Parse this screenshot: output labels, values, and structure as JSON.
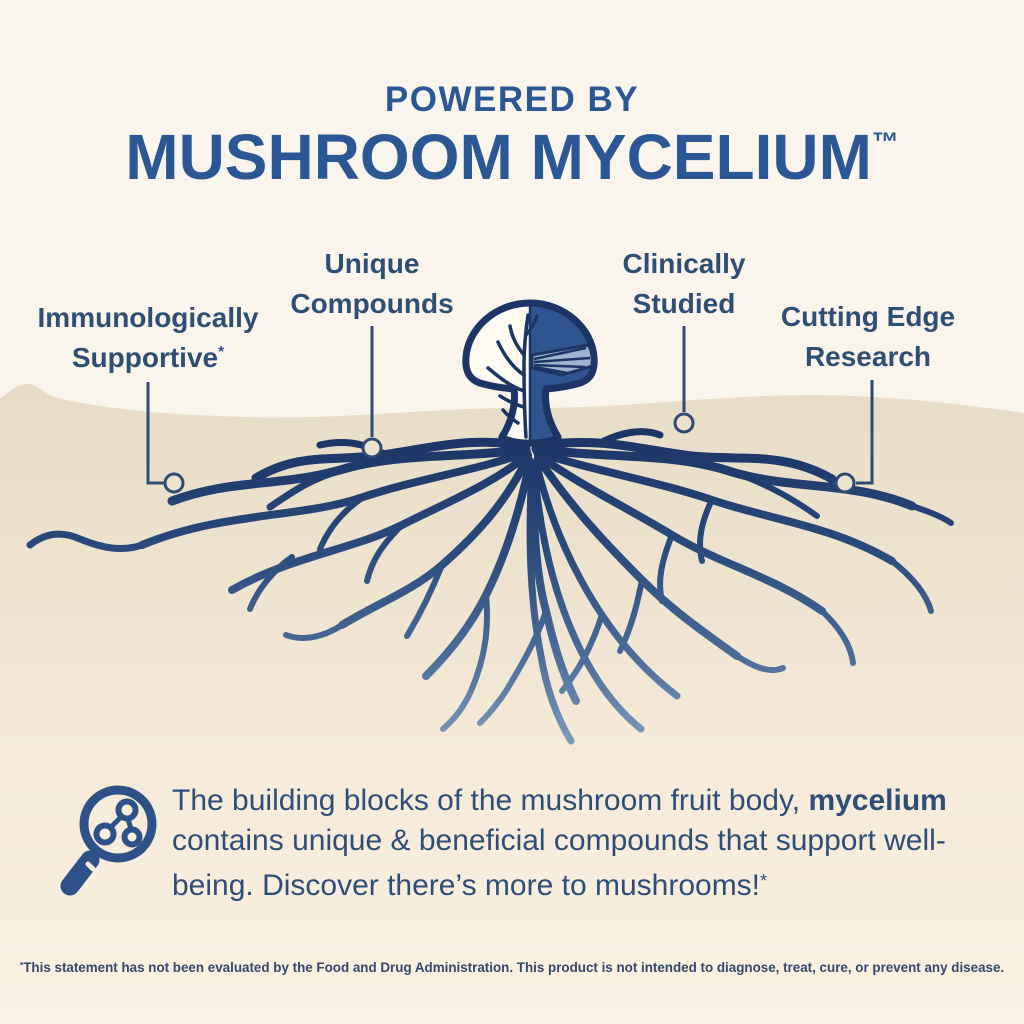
{
  "header": {
    "kicker": "POWERED BY",
    "title": "MUSHROOM MYCELIUM",
    "trademark": "™"
  },
  "callouts": [
    {
      "id": "immunologically-supportive",
      "line1": "Immunologically",
      "line2": "Supportive",
      "sup": "*"
    },
    {
      "id": "unique-compounds",
      "line1": "Unique",
      "line2": "Compounds",
      "sup": ""
    },
    {
      "id": "clinically-studied",
      "line1": "Clinically",
      "line2": "Studied",
      "sup": ""
    },
    {
      "id": "cutting-edge-research",
      "line1": "Cutting Edge",
      "line2": "Research",
      "sup": ""
    }
  ],
  "body": {
    "line1_part1": "The building blocks of the mushroom fruit body, ",
    "line1_bold": "mycelium",
    "line2": "contains unique & beneficial compounds that support well-",
    "line3": "being. Discover there’s more to mushrooms!",
    "line3_sup": "*"
  },
  "footnote": {
    "sup": "*",
    "text": "This statement has not been evaluated by the Food and Drug Administration. This product is not intended to diagnose, treat, cure, or prevent any disease."
  },
  "icons": {
    "lens": "magnifier-molecules-icon",
    "illustration": "mushroom-with-mycelium-roots"
  },
  "colors": {
    "background_cream": "#faf5ec",
    "ground_beige": "#e7dcc5",
    "bottom_cream": "#faf1e2",
    "brand_blue": "#2b5894",
    "label_navy": "#2f4e73",
    "illustration_navy": "#1c3564",
    "mushroom_fill_blue": "#2f5490",
    "gill_light_blue": "#9db4cc",
    "root_dark": "#1b3566",
    "root_light": "#84a0bf"
  }
}
